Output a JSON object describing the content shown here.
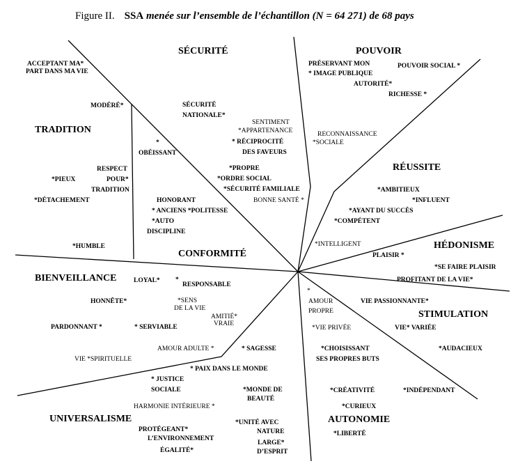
{
  "figure": {
    "label": "Figure II.",
    "ssa": "SSA",
    "title_rest": " menée sur l’ensemble de l’échantillon (N = 64 271) de 68 pays"
  },
  "regions": {
    "securite": "SÉCURITÉ",
    "pouvoir": "POUVOIR",
    "tradition": "TRADITION",
    "reussite": "RÉUSSITE",
    "conformite": "CONFORMITÉ",
    "hedonisme": "HÉDONISME",
    "bienveillance": "BIENVEILLANCE",
    "stimulation": "STIMULATION",
    "universalisme": "UNIVERSALISME",
    "autonomie": "AUTONOMIE"
  },
  "values": {
    "acceptant_1": "ACCEPTANT MA*",
    "acceptant_2": "PART DANS MA VIE",
    "modere": "MODÉRÉ*",
    "pieux": "*PIEUX",
    "respect_1": "RESPECT",
    "respect_2": "POUR*",
    "respect_3": "TRADITION",
    "detachement": "*DÉTACHEMENT",
    "humble": "*HUMBLE",
    "obeissant_star": "*",
    "obeissant": "OBÉISSANT",
    "securite_nat_1": "SÉCURITÉ",
    "securite_nat_2": "NATIONALE*",
    "sentiment_1": "SENTIMENT",
    "sentiment_2": "*APPARTENANCE",
    "reciprocite_1": "* RÉCIPROCITÉ",
    "reciprocite_2": "DES FAVEURS",
    "propre": "*PROPRE",
    "ordre_social": "*ORDRE SOCIAL",
    "securite_fam": "*SÉCURITÉ FAMILIALE",
    "bonne_sante": "BONNE SANTÉ *",
    "honorant_1": "HONORANT",
    "honorant_2": "* ANCIENS *POLITESSE",
    "auto_1": "*AUTO",
    "auto_2": "DISCIPLINE",
    "preservant_1": "PRÉSERVANT MON",
    "preservant_2": "* IMAGE PUBLIQUE",
    "pouvoir_social": "POUVOIR SOCIAL *",
    "autorite": "AUTORITÉ*",
    "richesse": "RICHESSE *",
    "reconnaissance_1": "RECONNAISSANCE",
    "reconnaissance_2": "*SOCIALE",
    "ambitieux": "*AMBITIEUX",
    "influent": "*INFLUENT",
    "ayant_succes": "*AYANT DU SUCCÈS",
    "competent": "*COMPÉTENT",
    "intelligent": "*INTELLIGENT",
    "plaisir": "PLAISIR *",
    "se_faire_plaisir": "*SE  FAIRE PLAISIR",
    "profitant": "PROFITANT DE LA VIE*",
    "loyal": "LOYAL*",
    "responsable_star": "*",
    "responsable": "RESPONSABLE",
    "honnete": "HONNÊTE*",
    "sens_1": "*SENS",
    "sens_2": "DE LA VIE",
    "amitie_1": "AMITIÉ*",
    "amitie_2": "VRAIE",
    "pardonnant": "PARDONNANT *",
    "serviable": "* SERVIABLE",
    "amour_adulte": "AMOUR  ADULTE *",
    "vie_spirituelle": "VIE *SPIRITUELLE",
    "amour_propre_star": "*",
    "amour_propre_1": "AMOUR",
    "amour_propre_2": "PROPRE",
    "vie_passionnante": "VIE  PASSIONNANTE*",
    "vie_privee": "*VIE  PRIVÉE",
    "vie_variee": "VIE* VARIÉE",
    "choisissant_1": "*CHOISISSANT",
    "choisissant_2": "SES PROPRES BUTS",
    "audacieux": "*AUDACIEUX",
    "sagesse": "* SAGESSE",
    "paix": "* PAIX  DANS LE  MONDE",
    "justice_1": "* JUSTICE",
    "justice_2": "SOCIALE",
    "monde_beaute_1": "*MONDE DE",
    "monde_beaute_2": "BEAUTÉ",
    "harmonie": "HARMONIE INTÉRIEURE *",
    "protegeant_1": "PROTÉGEANT*",
    "protegeant_2": "L’ENVIRONNEMENT",
    "egalite": "ÉGALITÉ*",
    "unite_1": "*UNITÉ  AVEC",
    "unite_2": "NATURE",
    "large_1": "LARGE*",
    "large_2": "D’ESPRIT",
    "creativite": "*CRÉATIVITÉ",
    "independant": "*INDÉPENDANT",
    "curieux": "*CURIEUX",
    "liberte": "*LIBERTÉ"
  },
  "chart_data": {
    "type": "diagram",
    "title": "Figure II. SSA menée sur l’ensemble de l’échantillon (N = 64 271) de 68 pays",
    "center": [
      428,
      390
    ],
    "regions": [
      {
        "name": "SÉCURITÉ",
        "items": [
          "SÉCURITÉ NATIONALE",
          "SENTIMENT APPARTENANCE",
          "RÉCIPROCITÉ DES FAVEURS",
          "PROPRE",
          "ORDRE SOCIAL",
          "SÉCURITÉ FAMILIALE",
          "BONNE SANTÉ"
        ]
      },
      {
        "name": "POUVOIR",
        "items": [
          "PRÉSERVANT MON IMAGE PUBLIQUE",
          "POUVOIR SOCIAL",
          "AUTORITÉ",
          "RICHESSE",
          "RECONNAISSANCE SOCIALE"
        ]
      },
      {
        "name": "RÉUSSITE",
        "items": [
          "AMBITIEUX",
          "INFLUENT",
          "AYANT DU SUCCÈS",
          "COMPÉTENT",
          "INTELLIGENT"
        ]
      },
      {
        "name": "HÉDONISME",
        "items": [
          "PLAISIR",
          "SE FAIRE PLAISIR",
          "PROFITANT DE LA VIE"
        ]
      },
      {
        "name": "STIMULATION",
        "items": [
          "VIE PASSIONNANTE",
          "VIE VARIÉE",
          "AUDACIEUX"
        ]
      },
      {
        "name": "AUTONOMIE",
        "items": [
          "AMOUR PROPRE",
          "VIE PRIVÉE",
          "CHOISISSANT SES PROPRES BUTS",
          "CRÉATIVITÉ",
          "INDÉPENDANT",
          "CURIEUX",
          "LIBERTÉ"
        ]
      },
      {
        "name": "UNIVERSALISME",
        "items": [
          "SAGESSE",
          "PAIX DANS LE MONDE",
          "JUSTICE SOCIALE",
          "MONDE DE BEAUTÉ",
          "HARMONIE INTÉRIEURE",
          "PROTÉGEANT L’ENVIRONNEMENT",
          "ÉGALITÉ",
          "UNITÉ AVEC NATURE",
          "LARGE D’ESPRIT"
        ]
      },
      {
        "name": "BIENVEILLANCE",
        "items": [
          "LOYAL",
          "RESPONSABLE",
          "HONNÊTE",
          "SENS DE LA VIE",
          "AMITIÉ VRAIE",
          "PARDONNANT",
          "SERVIABLE",
          "AMOUR ADULTE",
          "VIE SPIRITUELLE"
        ]
      },
      {
        "name": "CONFORMITÉ",
        "items": [
          "OBÉISSANT",
          "HONORANT ANCIENS",
          "POLITESSE",
          "AUTO DISCIPLINE"
        ]
      },
      {
        "name": "TRADITION",
        "items": [
          "ACCEPTANT MA PART DANS MA VIE",
          "MODÉRÉ",
          "PIEUX",
          "RESPECT POUR TRADITION",
          "DÉTACHEMENT",
          "HUMBLE"
        ]
      }
    ]
  }
}
